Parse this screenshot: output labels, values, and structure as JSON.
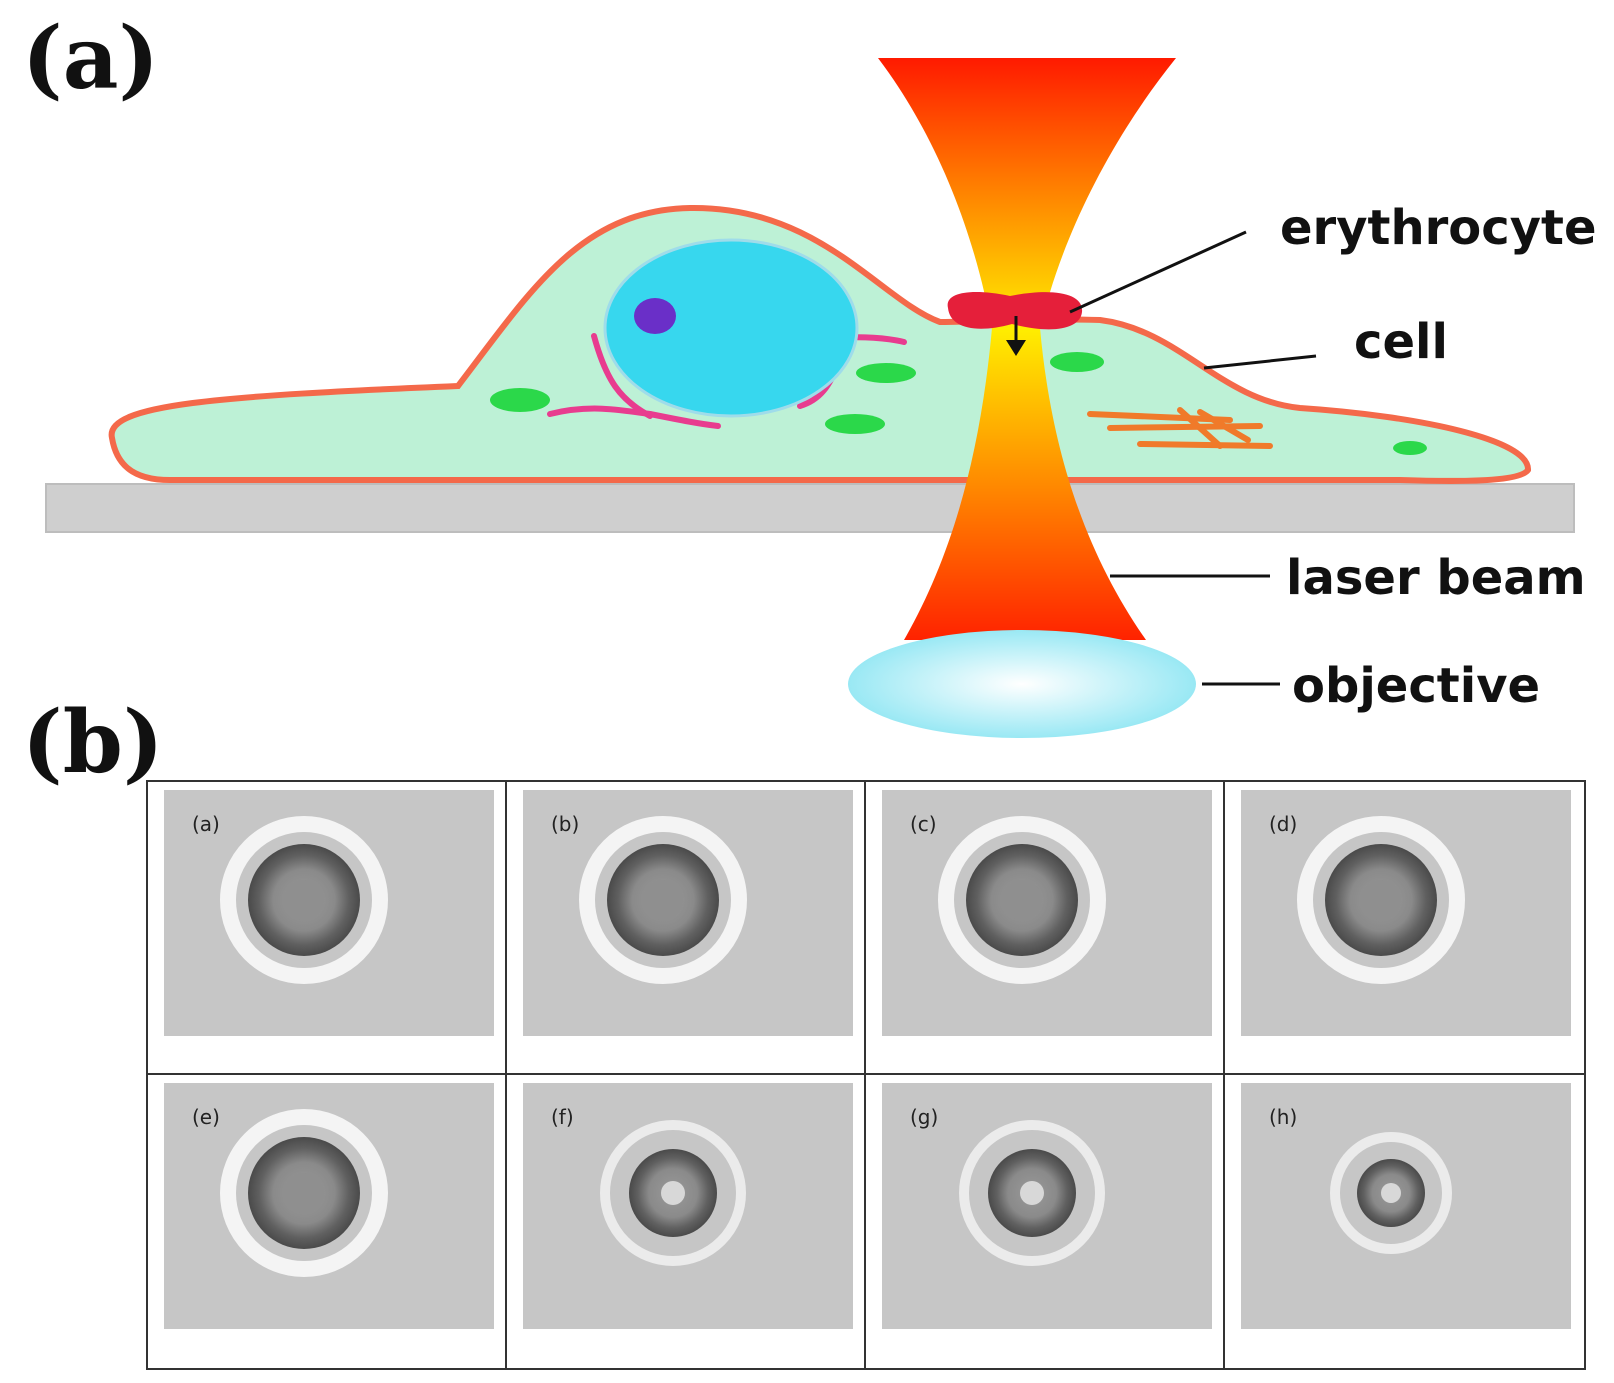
{
  "panels": {
    "a": {
      "label": "(a)",
      "callouts": {
        "erythrocyte": "erythrocyte",
        "cell": "cell",
        "laser_beam": "laser beam",
        "objective": "objective"
      }
    },
    "b": {
      "label": "(b)",
      "frames": [
        {
          "label": "(a)",
          "stage": "intact"
        },
        {
          "label": "(b)",
          "stage": "intact"
        },
        {
          "label": "(c)",
          "stage": "intact"
        },
        {
          "label": "(d)",
          "stage": "intact"
        },
        {
          "label": "(e)",
          "stage": "intact"
        },
        {
          "label": "(f)",
          "stage": "lysing"
        },
        {
          "label": "(g)",
          "stage": "lysing"
        },
        {
          "label": "(h)",
          "stage": "shrunk"
        }
      ]
    }
  },
  "colors": {
    "cytoplasm": "#bdf1d6",
    "membrane": "#f4694a",
    "nucleus": "#37d7ee",
    "nucleolus": "#6a2fc8",
    "organelle": "#2bd84a",
    "er": "#e83c8f",
    "cytoskeleton": "#f07a2a",
    "erythrocyte": "#e51f3a",
    "substrate": "#cfcfcf",
    "objective": "#9ee9f5"
  }
}
